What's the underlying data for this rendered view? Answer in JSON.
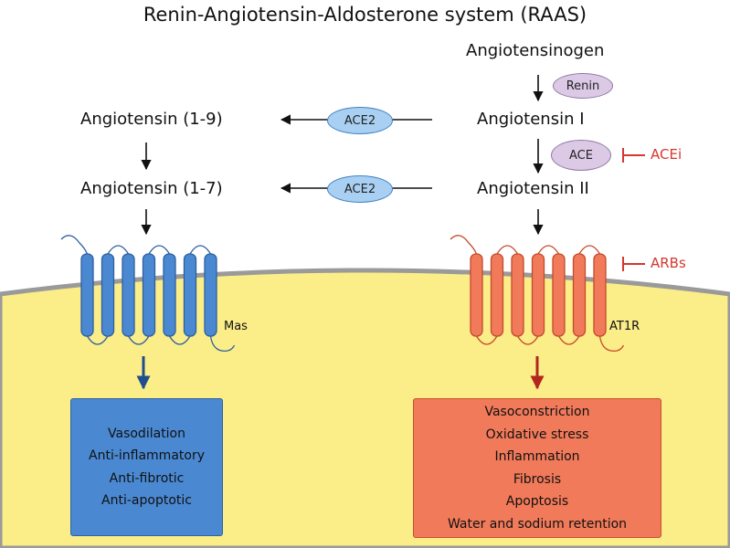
{
  "title": "Renin-Angiotensin-Aldosterone system (RAAS)",
  "molecules": {
    "angiotensinogen": "Angiotensinogen",
    "angiotensin_1_9": "Angiotensin (1-9)",
    "angiotensin_1": "Angiotensin I",
    "angiotensin_1_7": "Angiotensin (1-7)",
    "angiotensin_2": "Angiotensin II"
  },
  "enzymes": {
    "renin": "Renin",
    "ace": "ACE",
    "ace2_top": "ACE2",
    "ace2_bottom": "ACE2"
  },
  "inhibitors": {
    "acei": "ACEi",
    "arbs": "ARBs"
  },
  "receptors": {
    "mas": "Mas",
    "at1r": "AT1R"
  },
  "effects": {
    "mas": [
      "Vasodilation",
      "Anti-inflammatory",
      "Anti-fibrotic",
      "Anti-apoptotic"
    ],
    "at1r": [
      "Vasoconstriction",
      "Oxidative stress",
      "Inflammation",
      "Fibrosis",
      "Apoptosis",
      "Water and sodium retention"
    ]
  },
  "colors": {
    "membrane_fill": "#fbed88",
    "membrane_line": "#9a9a9a",
    "mas_receptor": "#4a89d2",
    "at1r_receptor": "#f07a5a",
    "inhibitor": "#d4382f",
    "mas_arrow": "#1f4e8c",
    "at1r_arrow": "#b3261e"
  }
}
